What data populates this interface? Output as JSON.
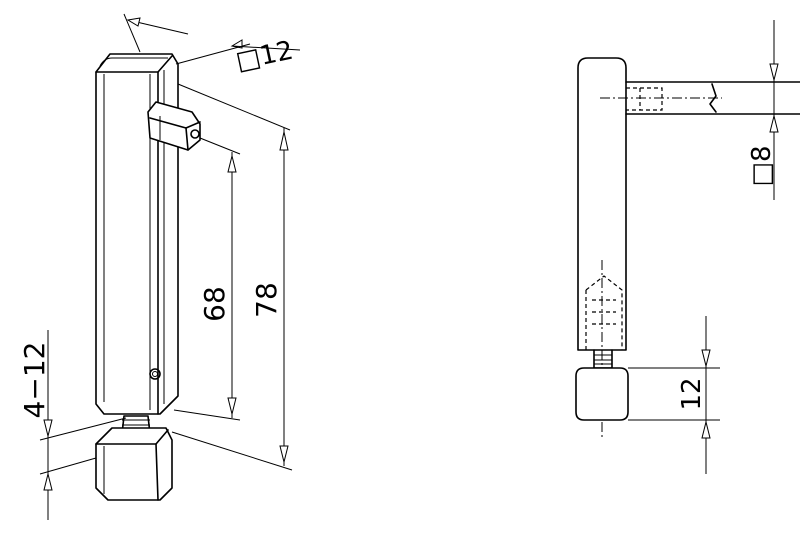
{
  "drawing": {
    "left_view": {
      "dim_square_post": "□12",
      "dim_height_inner": "68",
      "dim_height_outer": "78",
      "dim_thread": "4−12"
    },
    "right_view": {
      "dim_square_bar": "□8",
      "dim_foot_height": "12"
    }
  }
}
